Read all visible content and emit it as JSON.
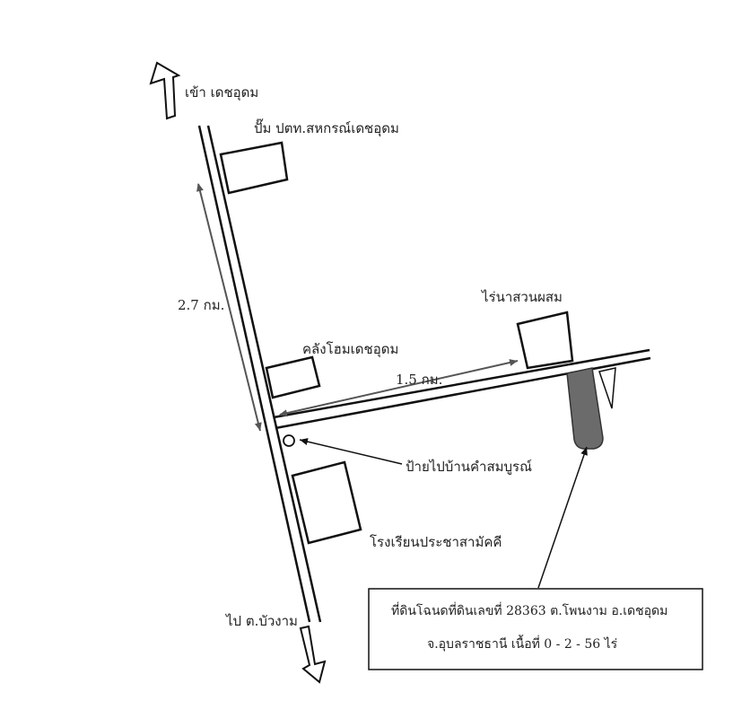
{
  "map": {
    "labels": {
      "to_dechudom": "เข้า เดชอุดม",
      "gas_station": "ปั๊ม ปตท.สหกรณ์เดชอุดม",
      "distance_main": "2.7 กม.",
      "warehouse": "คลังโฮมเดชอุดม",
      "distance_side": "1.5 กม.",
      "farm": "ไร่นาสวนผสม",
      "sign": "ป้ายไปบ้านคำสมบูรณ์",
      "school": "โรงเรียนประชาสามัคคี",
      "to_buangam": "ไป ต.บัวงาม"
    },
    "info_box": {
      "line1": "ที่ดินโฉนดที่ดินเลขที่ 28363   ต.โพนงาม  อ.เดชอุดม",
      "line2": "จ.อุบลราชธานี เนื้อที่ 0  - 2  - 56 ไร่"
    },
    "colors": {
      "ink": "#111111",
      "parcel": "#6b6b6b",
      "dimension": "#555555"
    }
  }
}
